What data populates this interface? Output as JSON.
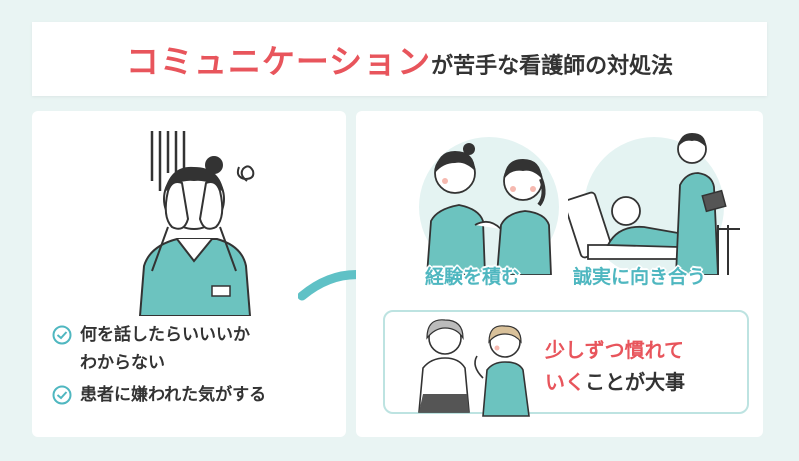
{
  "title": {
    "highlight": "コミュニケーション",
    "rest": "が苦手な看護師の対処法"
  },
  "left_panel": {
    "checklist": [
      {
        "line1": "何を話したらいいいか",
        "line2": "わからない"
      },
      {
        "line1": "患者に嫌われた気がする",
        "line2": ""
      }
    ]
  },
  "right_panel": {
    "caption_left": "経験を積む",
    "caption_right": "誠実に向き合う",
    "tip": {
      "red_part1": "少しずつ慣れて",
      "red_part2": "いく",
      "rest": "ことが大事"
    }
  },
  "colors": {
    "accent_red": "#e8555c",
    "accent_teal": "#4fb7c0",
    "scrub": "#6cc3bf",
    "background": "#e9f4f3"
  }
}
